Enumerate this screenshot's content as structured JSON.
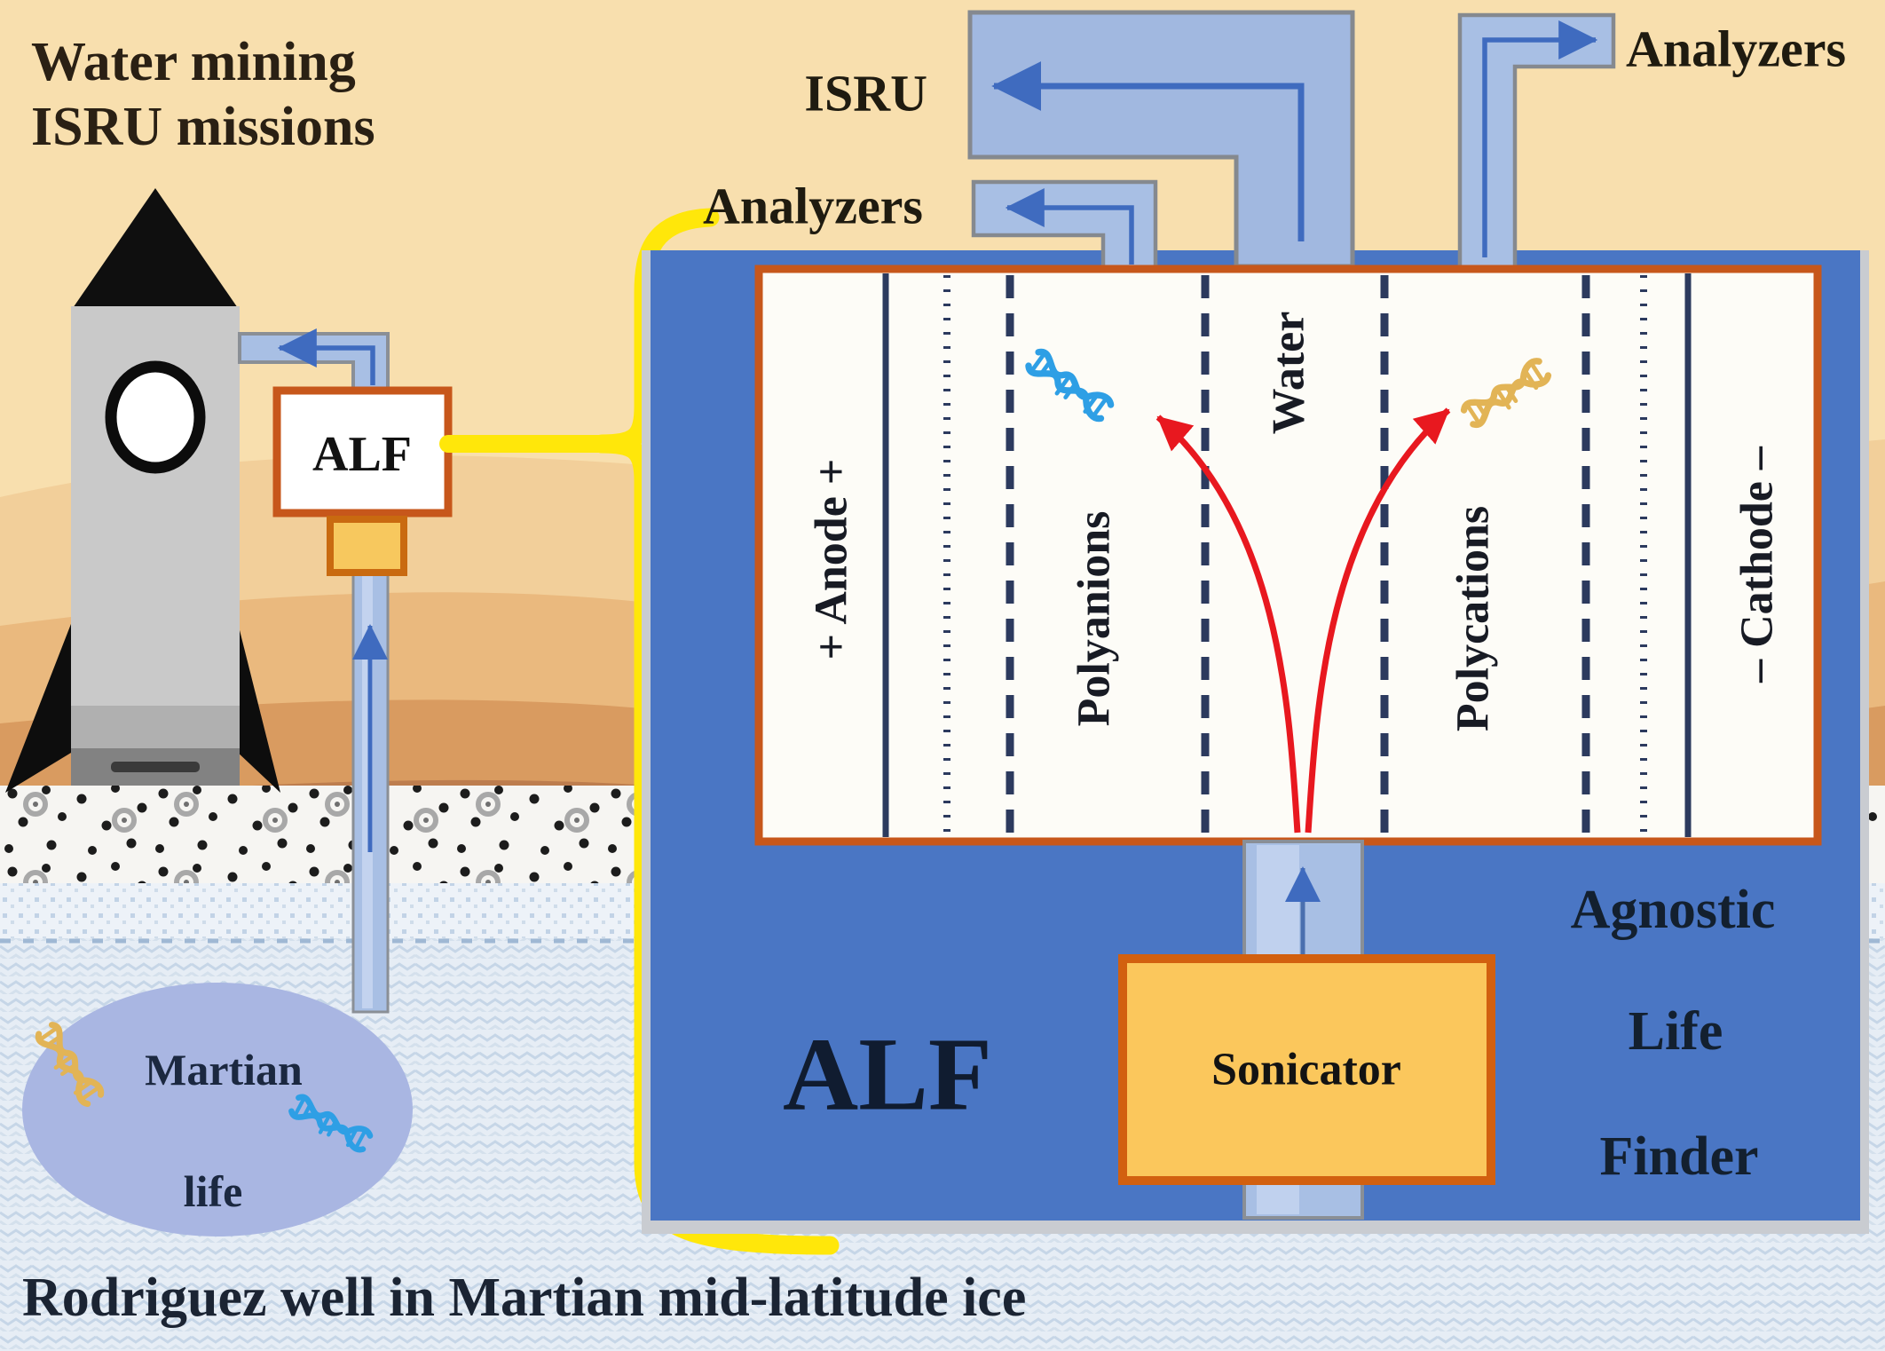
{
  "title_block": {
    "line1": "Water mining",
    "line2": "ISRU missions"
  },
  "outputs": {
    "isru_label": "ISRU",
    "analyzers_left_label": "Analyzers",
    "analyzers_right_label": "Analyzers"
  },
  "surface_unit": {
    "label": "ALF"
  },
  "device": {
    "label": "ALF",
    "name_line1": "Agnostic",
    "name_line2": "Life",
    "name_line3": "Finder",
    "sonicator_label": "Sonicator",
    "chamber": {
      "anode": "+ Anode +",
      "polyanions": "Polyanions",
      "water": "Water",
      "polycations": "Polycations",
      "cathode": "– Cathode –"
    }
  },
  "subsurface": {
    "martian_life_line1": "Martian",
    "martian_life_line2": "life",
    "bottom_caption": "Rodriguez well in Martian mid-latitude ice"
  },
  "colors": {
    "sky_tan": "#f8dfae",
    "device_blue": "#4a76c4",
    "chamber_bg": "#fdfcf7",
    "frame_orange": "#c7571b",
    "pipe_blue": "#a8bfe4",
    "flow_arrow_blue": "#3f6bbf",
    "highlight_yellow": "#ffe70a",
    "separation_arrow_red": "#e8181f",
    "sonicator_gold": "#fbc75c",
    "ice_pocket_blue": "#a9b6e2",
    "dna_blue": "#2e9fe5",
    "dna_yellow": "#e2b456"
  }
}
